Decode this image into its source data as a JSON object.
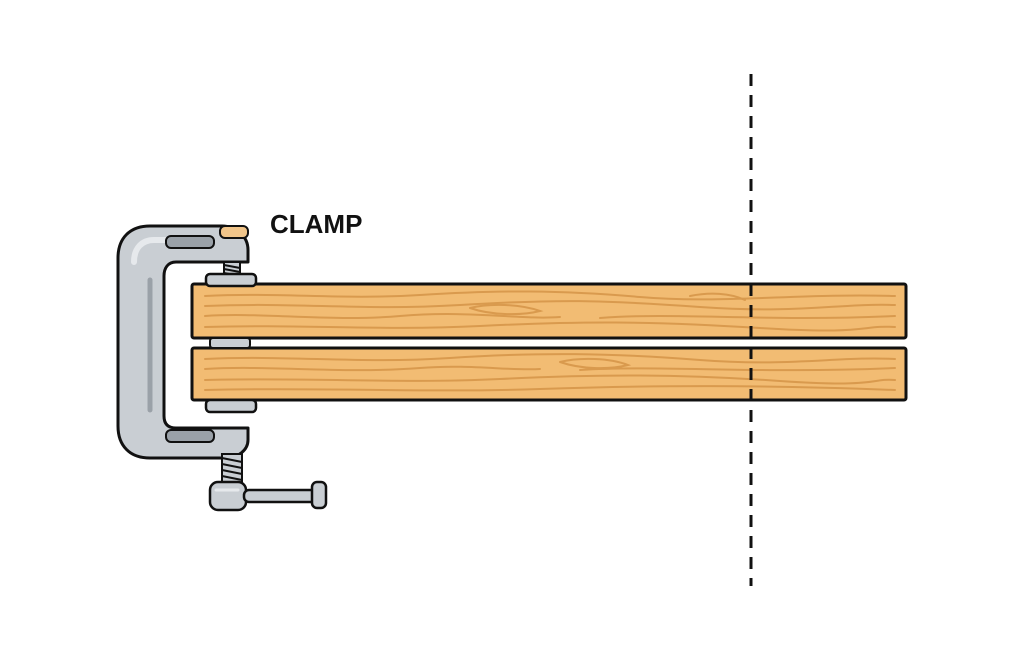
{
  "diagram": {
    "clamp_label": "CLAMP",
    "colors": {
      "wood_fill": "#F2BC73",
      "wood_grain": "#D99A4E",
      "outline": "#111111",
      "metal_fill": "#C9CED3",
      "metal_highlight": "#E6E9EC",
      "metal_shadow": "#9AA1A8",
      "clamp_cap": "#F1C58A",
      "cut_line": "#111111",
      "background": "#FFFFFF"
    },
    "icons": [
      "c-clamp-icon",
      "wooden-board",
      "cut-line"
    ]
  }
}
